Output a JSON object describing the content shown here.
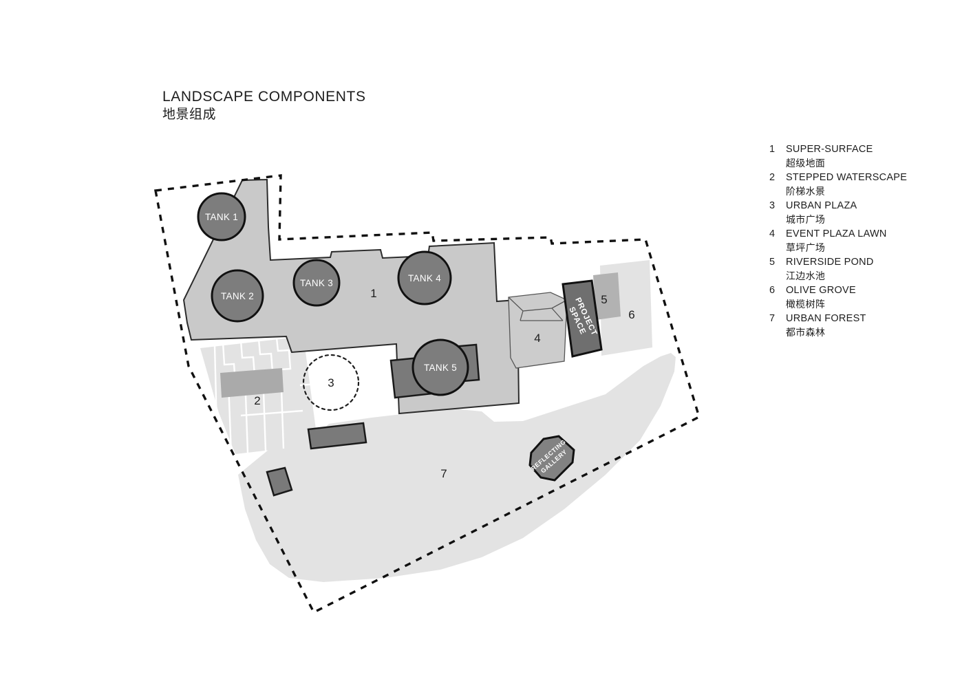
{
  "title": {
    "en": "LANDSCAPE COMPONENTS",
    "cn": "地景组成"
  },
  "legend": {
    "items": [
      {
        "num": "1",
        "en": "SUPER-SURFACE",
        "cn": "超级地面"
      },
      {
        "num": "2",
        "en": "STEPPED WATERSCAPE",
        "cn": "阶梯水景"
      },
      {
        "num": "3",
        "en": "URBAN PLAZA",
        "cn": "城市广场"
      },
      {
        "num": "4",
        "en": "EVENT PLAZA LAWN",
        "cn": "草坪广场"
      },
      {
        "num": "5",
        "en": "RIVERSIDE POND",
        "cn": "江边水池"
      },
      {
        "num": "6",
        "en": "OLIVE GROVE",
        "cn": "橄榄树阵"
      },
      {
        "num": "7",
        "en": "URBAN FOREST",
        "cn": "都市森林"
      }
    ]
  },
  "plan": {
    "numbers": {
      "n1": "1",
      "n2": "2",
      "n3": "3",
      "n4": "4",
      "n5": "5",
      "n6": "6",
      "n7": "7"
    },
    "tanks": {
      "tank1": "TANK 1",
      "tank2": "TANK 2",
      "tank3": "TANK 3",
      "tank4": "TANK 4",
      "tank5": "TANK 5"
    },
    "buildings": {
      "project_space_line1": "PROJECT",
      "project_space_line2": "SPACE",
      "reflecting_gallery_line1": "REFLECTING",
      "reflecting_gallery_line2": "GALLERY"
    }
  },
  "colors": {
    "site_boundary": "#111111",
    "super_surface": "#c9c9c9",
    "urban_forest": "#e3e3e3",
    "olive_grove": "#e3e3e3",
    "riverside_pond": "#b2b2b2",
    "stepped_waterscape": "#e3e3e3",
    "tank_fill": "#7d7d7d",
    "project_space": "#6f6f6f",
    "reflecting_gallery": "#828282",
    "bar_light": "#aaaaaa",
    "bar_dark": "#7a7a7a",
    "text": "#1d1d1d",
    "label_on_dark": "#ffffff"
  }
}
